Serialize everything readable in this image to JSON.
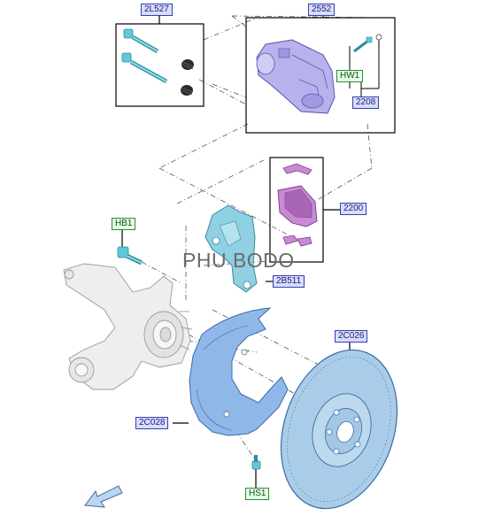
{
  "callouts": {
    "c_2L527": "2L527",
    "c_2552": "2552",
    "c_HW1": "HW1",
    "c_2208": "2208",
    "c_2200": "2200",
    "c_HB1": "HB1",
    "c_2B511": "2B511",
    "c_2C026": "2C026",
    "c_2C028": "2C028",
    "c_HS1": "HS1"
  },
  "watermark": "PHU BODO",
  "colors": {
    "callout_blue_fill": "#d8dcff",
    "callout_blue_border": "#3840a8",
    "callout_green_fill": "#e4ffe4",
    "callout_green_border": "#2a8a3a",
    "caliper": "#b7b2ec",
    "pads": "#c98ad4",
    "bracket": "#8fd0e2",
    "fastener": "#5fc9d9",
    "shield": "#8fb8e8",
    "rotor": "#a9cde8",
    "knuckle": "#eeeeee"
  },
  "icons": [
    "bolt-icon",
    "boot-icon",
    "caliper-icon",
    "brake-pad-icon",
    "bracket-icon",
    "knuckle-icon",
    "shield-icon",
    "rotor-icon",
    "direction-arrow-icon"
  ]
}
